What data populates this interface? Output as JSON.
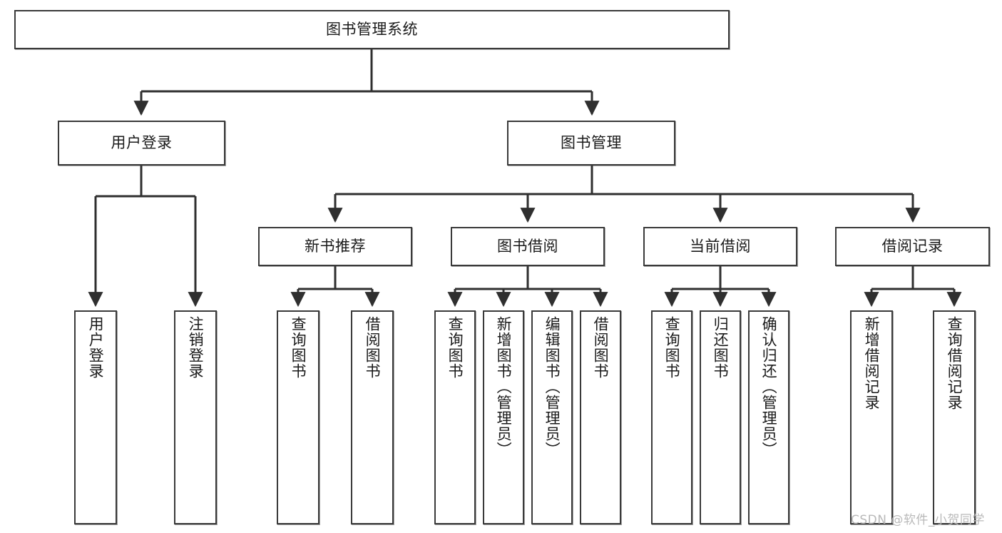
{
  "diagram": {
    "title": "图书管理系统",
    "type": "hierarchy-tree",
    "colors": {
      "box_border": "#3a3a3a",
      "box_fill": "#ffffff",
      "line": "#2f2f2f",
      "text": "#1a1a1a",
      "watermark": "#b9b9b9"
    },
    "levels": {
      "root": {
        "label": "图书管理系统"
      },
      "level2": [
        {
          "label": "用户登录"
        },
        {
          "label": "图书管理"
        }
      ],
      "level3": [
        {
          "label": "新书推荐"
        },
        {
          "label": "图书借阅"
        },
        {
          "label": "当前借阅"
        },
        {
          "label": "借阅记录"
        }
      ],
      "leaves": {
        "user_login": [
          {
            "label": "用户登录"
          },
          {
            "label": "注销登录"
          }
        ],
        "new_book_recommend": [
          {
            "label": "查询图书"
          },
          {
            "label": "借阅图书"
          }
        ],
        "book_borrow": [
          {
            "label": "查询图书"
          },
          {
            "label": "新增图书（管理员）"
          },
          {
            "label": "编辑图书（管理员）"
          },
          {
            "label": "借阅图书"
          }
        ],
        "current_borrow": [
          {
            "label": "查询图书"
          },
          {
            "label": "归还图书"
          },
          {
            "label": "确认归还（管理员）"
          }
        ],
        "borrow_record": [
          {
            "label": "新增借阅记录"
          },
          {
            "label": "查询借阅记录"
          }
        ]
      }
    }
  },
  "watermark": {
    "text": "CSDN @软件_小贺同学"
  }
}
